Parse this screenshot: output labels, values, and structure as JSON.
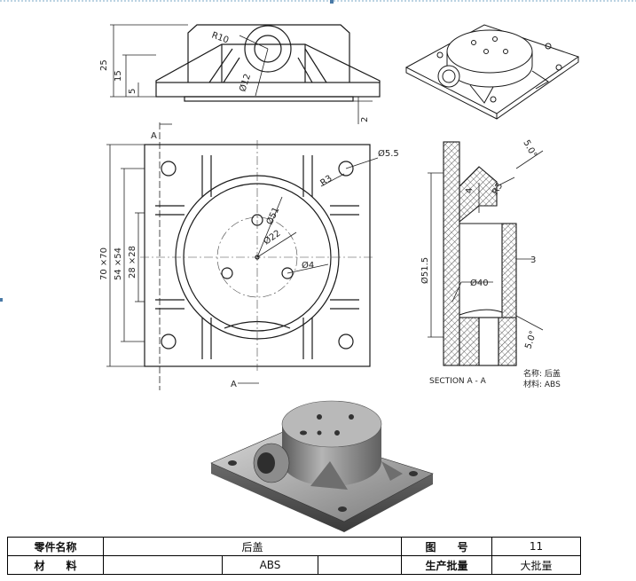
{
  "views": {
    "top": {
      "dims": {
        "height_total": "25",
        "height_mid": "15",
        "height_base": "5",
        "offset": "2",
        "radius": "R10",
        "bore": "Ø12"
      }
    },
    "plan": {
      "section_mark": "A",
      "dims": {
        "outer": "70 ×70",
        "middle": "54 ×54",
        "inner": "28 ×28",
        "hole_corner": "Ø5.5",
        "fillet": "R3",
        "boss": "Ø51",
        "pcd": "Ø22",
        "hole": "Ø4"
      }
    },
    "section": {
      "caption": "SECTION A - A",
      "dims": {
        "diameter": "Ø51.5",
        "inner_diameter": "Ø40",
        "wall": "3",
        "lip": "4",
        "fillet": "R3",
        "draft_top": "5.0°",
        "draft_bottom": "5.0°"
      },
      "notes": {
        "name": "名称: 后盖",
        "material": "材料: ABS"
      }
    }
  },
  "title_block": {
    "part_name_label": "零件名称",
    "part_name": "后盖",
    "drawing_no_label": "图　　号",
    "drawing_no": "11",
    "material_label": "材　　料",
    "material": "ABS",
    "batch_label": "生产批量",
    "batch": "大批量"
  },
  "colors": {
    "line": "#1a1a1a",
    "hatch": "#333333",
    "model_light": "#9a9a9a",
    "model_dark": "#4a4a4a"
  }
}
